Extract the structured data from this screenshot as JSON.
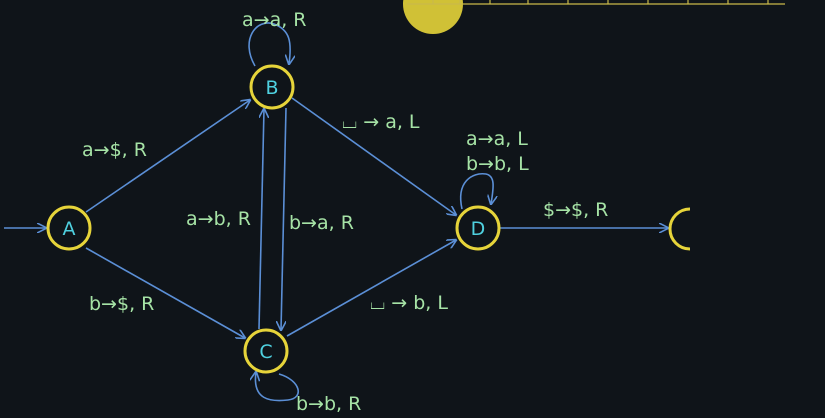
{
  "diagram": {
    "type": "turing-machine-state-diagram",
    "colors": {
      "background": "#0f1419",
      "state_ring": "#e6d43a",
      "state_text": "#4fd1e0",
      "edge": "#5b8fd6",
      "edge_label": "#a6e3a6",
      "highlight": "#e6d43a"
    },
    "states": {
      "A": "A",
      "B": "B",
      "C": "C",
      "D": "D"
    },
    "edges": {
      "a_b": "a→$, R",
      "a_c": "b→$, R",
      "b_loop": "a→a, R",
      "c_b": "a→b, R",
      "b_c": "b→a, R",
      "c_loop": "b→b, R",
      "b_d": "⌴ → a, L",
      "c_d": "⌴ → b, L",
      "d_loop_1": "a→a, L",
      "d_loop_2": "b→b, L",
      "d_accept": "$→$, R"
    }
  }
}
